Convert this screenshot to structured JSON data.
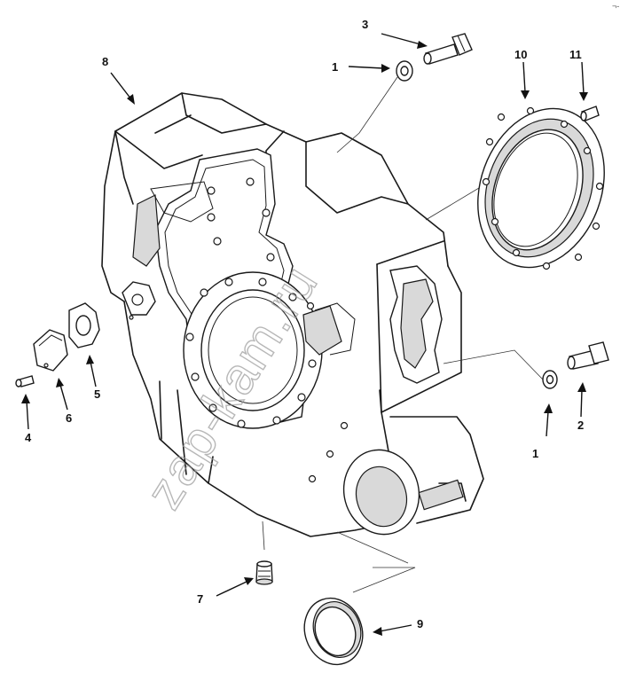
{
  "callouts": {
    "c1a": "1",
    "c1b": "1",
    "c2": "2",
    "c3": "3",
    "c4": "4",
    "c5": "5",
    "c6": "6",
    "c7": "7",
    "c8": "8",
    "c9": "9",
    "c10": "10",
    "c11": "11"
  },
  "watermark": "zap-kam.ru",
  "corner_mark": "¬-"
}
